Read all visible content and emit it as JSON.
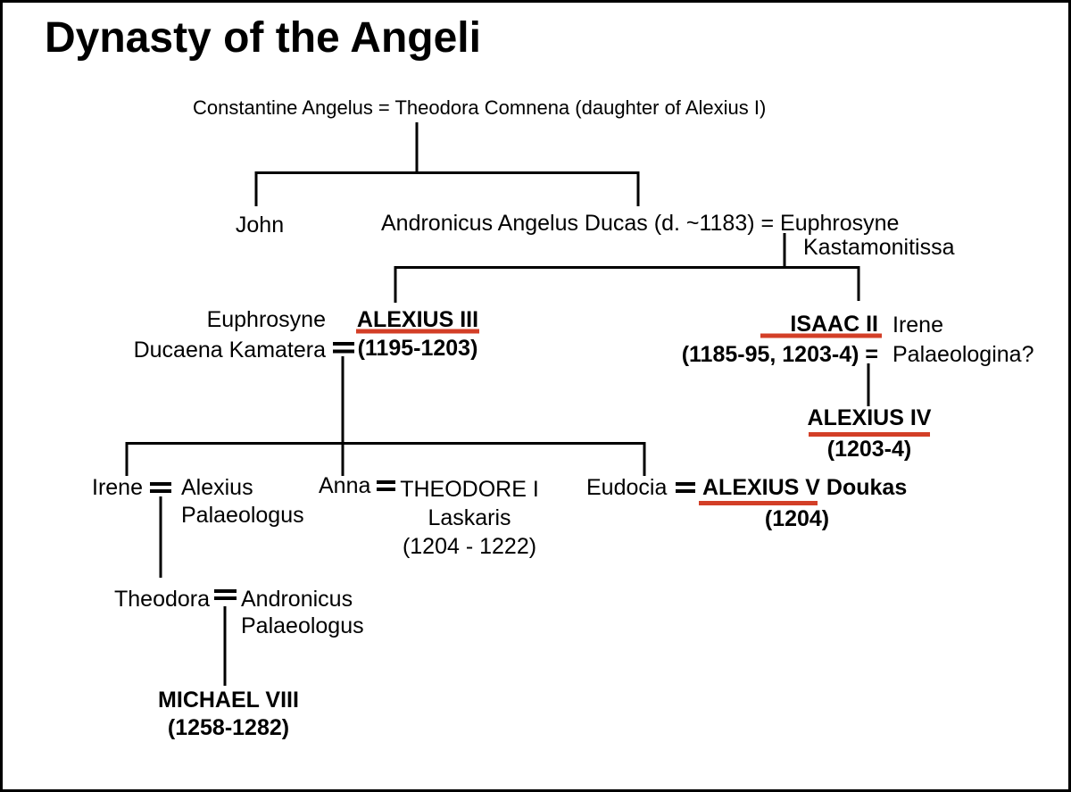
{
  "title": "Dynasty of the Angeli",
  "colors": {
    "background": "#ffffff",
    "text": "#000000",
    "connector_line": "#000000",
    "emperor_underline": "#d33f27"
  },
  "people": {
    "constantine_theodora": "Constantine Angelus = Theodora Comnena (daughter of Alexius I)",
    "john": "John",
    "andronicus": {
      "name_marriage": "Andronicus Angelus Ducas (d. ~1183) = Euphrosyne",
      "spouse_line2": "Kastamonitissa"
    },
    "euphrosyne_ducaena": {
      "line1": "Euphrosyne",
      "line2": "Ducaena Kamatera"
    },
    "alexius_iii": {
      "name": "ALEXIUS III",
      "dates": "(1195-1203)"
    },
    "isaac_ii": {
      "name": "ISAAC II",
      "dates": "(1185-95, 1203-4) ="
    },
    "irene_palaeologina": {
      "line1": "Irene",
      "line2": "Palaeologina?"
    },
    "alexius_iv": {
      "name": "ALEXIUS IV",
      "dates": "(1203-4)"
    },
    "irene": "Irene",
    "alexius_palaeologus": {
      "line1": "Alexius",
      "line2": "Palaeologus"
    },
    "anna": "Anna",
    "theodore_i": {
      "line1": "THEODORE I",
      "line2": "Laskaris",
      "line3": "(1204 - 1222)"
    },
    "eudocia": "Eudocia",
    "alexius_v": {
      "name": "ALEXIUS V Doukas",
      "dates": "(1204)"
    },
    "theodora": "Theodora",
    "andronicus_palaeologus": {
      "line1": "Andronicus",
      "line2": "Palaeologus"
    },
    "michael_viii": {
      "name": "MICHAEL VIII",
      "dates": "(1258-1282)"
    }
  }
}
